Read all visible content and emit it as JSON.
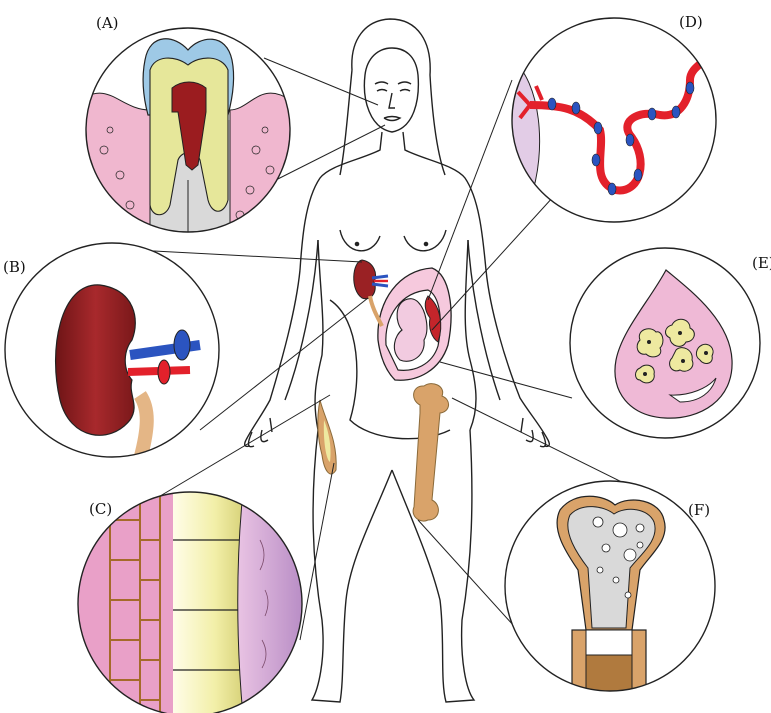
{
  "labels": {
    "a": "(A)",
    "b": "(B)",
    "c": "(C)",
    "d": "(D)",
    "e": "(E)",
    "f": "(F)"
  },
  "colors": {
    "outline": "#222222",
    "enamel": "#9ec9e6",
    "dentin": "#e6e79a",
    "pulp": "#9b1c1f",
    "gum": "#f0b7cf",
    "bone_grey": "#d9d9d9",
    "kidney": "#8e1f22",
    "artery": "#e3212b",
    "vein": "#2b54c0",
    "ureter": "#e4b686",
    "bone": "#d9a36a",
    "marrow": "#eee9a0",
    "placenta_pink": "#efb9d6",
    "membrane_purple": "#c9a9d1"
  }
}
